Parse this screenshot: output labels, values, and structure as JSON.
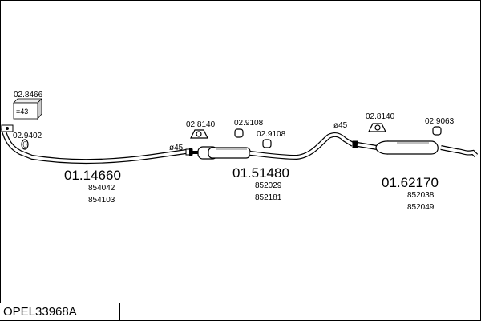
{
  "diagram": {
    "code": "OPEL33968A",
    "parts": [
      {
        "number": "01.14660",
        "refs": [
          "854042",
          "854103"
        ]
      },
      {
        "number": "01.51480",
        "refs": [
          "852029",
          "852181"
        ]
      },
      {
        "number": "01.62170",
        "refs": [
          "852038",
          "852049"
        ]
      }
    ],
    "accessories": {
      "a1": "02.8466",
      "a2": "02.9402",
      "a3": "02.8140",
      "a4": "02.9108",
      "a5": "02.9108",
      "a6": "02.8140",
      "a7": "02.9063"
    },
    "clamps": {
      "c1": "ø45",
      "c2": "ø45"
    },
    "kit_label": "=43"
  }
}
